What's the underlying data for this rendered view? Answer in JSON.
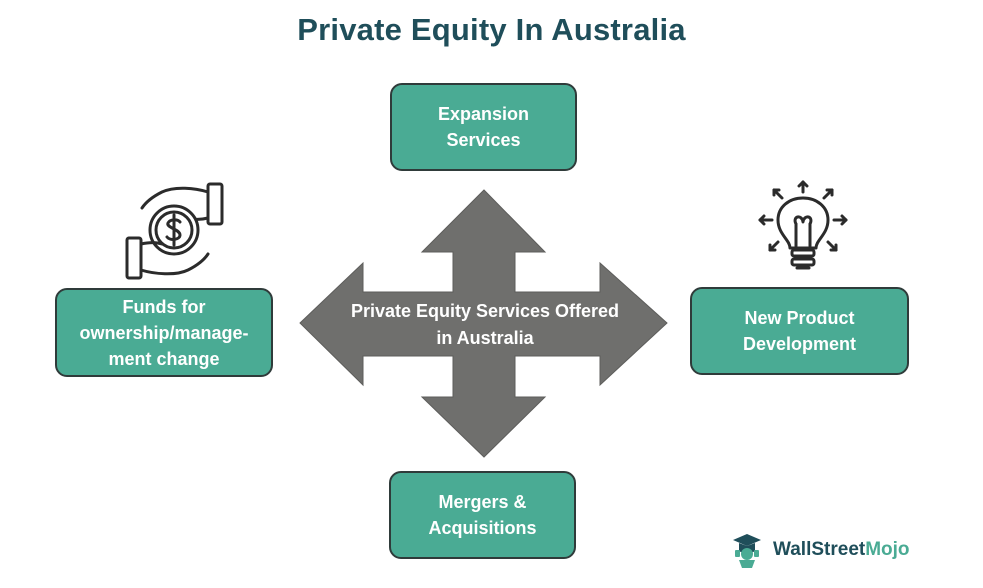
{
  "title": "Private Equity In Australia",
  "center": {
    "line1": "Private Equity Services Offered",
    "line2": "in Australia"
  },
  "boxes": {
    "top": {
      "line1": "Expansion",
      "line2": "Services"
    },
    "left": {
      "line1": "Funds for",
      "line2": "ownership/manage-",
      "line3": "ment change"
    },
    "right": {
      "line1": "New Product",
      "line2": "Development"
    },
    "bottom": {
      "line1": "Mergers &",
      "line2": "Acquisitions"
    }
  },
  "icons": {
    "left": "hand-holding-dollar-icon",
    "right": "lightbulb-idea-icon",
    "brand": "wallstreetmojo-logo-icon"
  },
  "brand": {
    "part1": "WallStreet",
    "part2": "Mojo"
  },
  "colors": {
    "box_fill": "#4aab94",
    "box_border": "#2f3b3a",
    "arrow": "#6f6f6d",
    "title": "#1f4e5a"
  }
}
